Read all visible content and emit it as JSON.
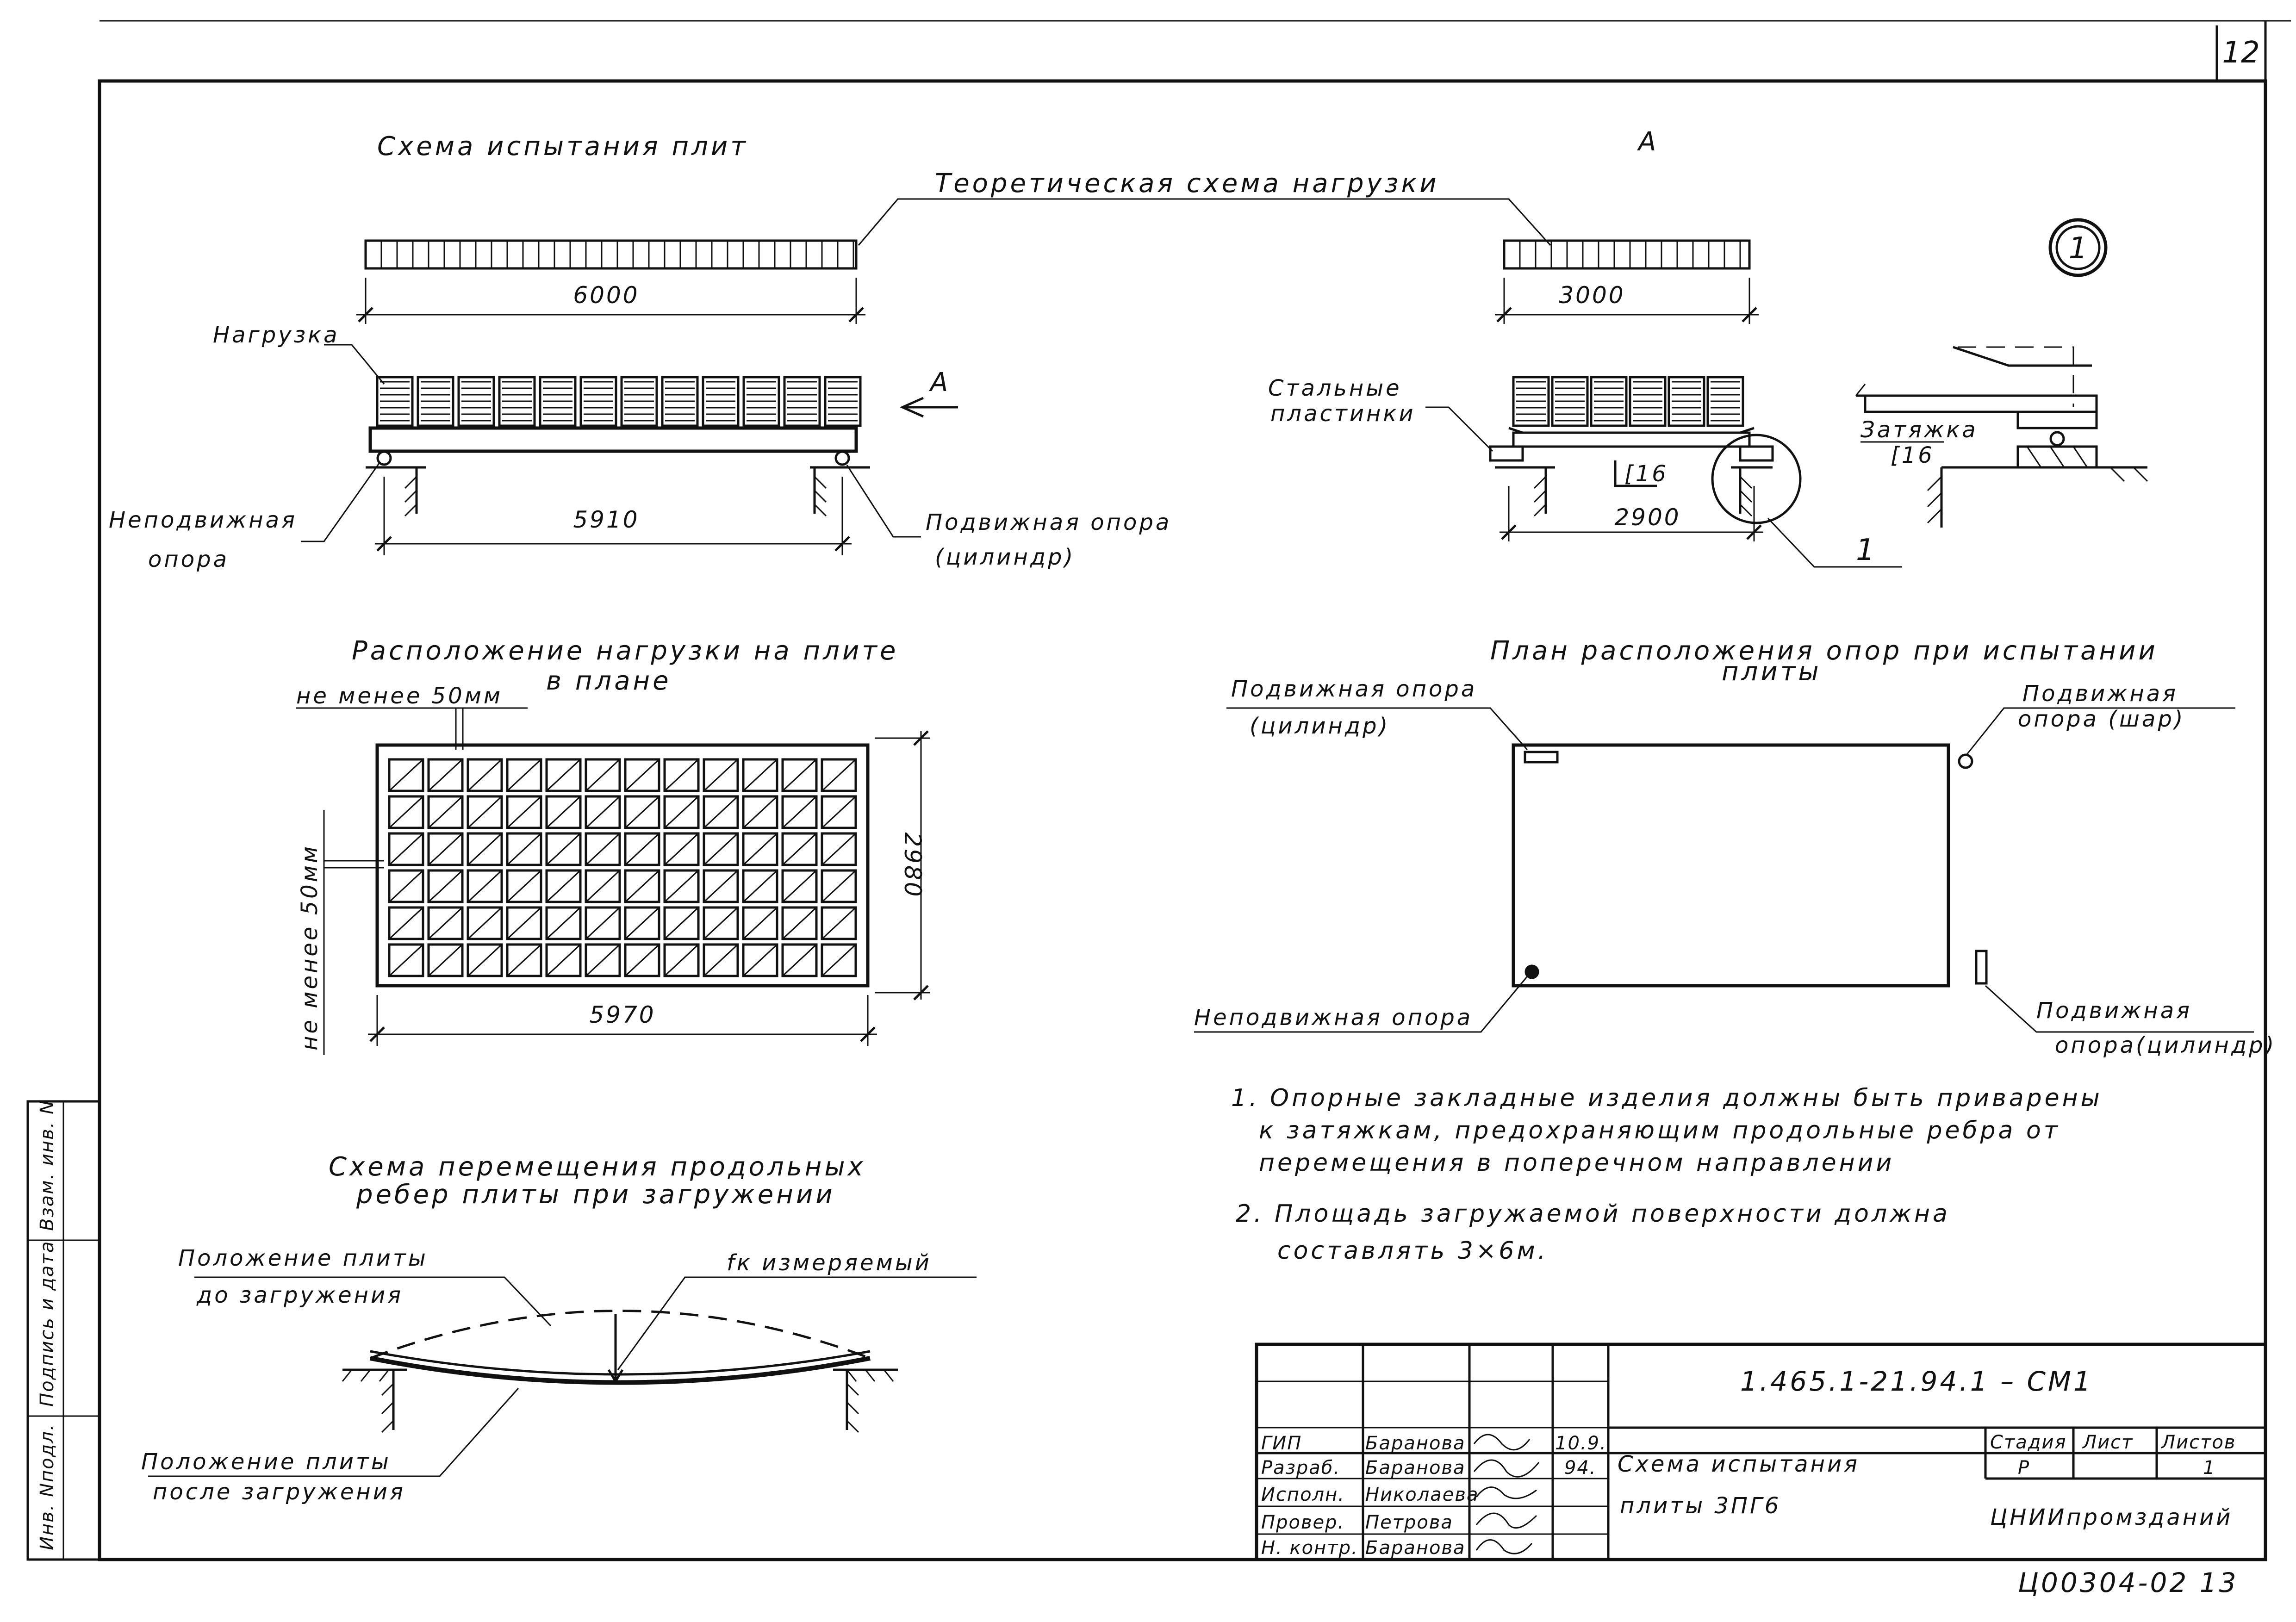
{
  "sheet": {
    "number": "12",
    "archive_code": "Ц00304-02 13"
  },
  "test_scheme": {
    "title": "Схема испытания плит",
    "section_marker": "А",
    "theory_label": "Теоретическая схема нагрузки",
    "dim_6000": "6000",
    "dim_3000": "3000",
    "load_label": "Нагрузка",
    "arrow_label": "А",
    "dim_5910": "5910",
    "dim_2900": "2900",
    "fixed_support": [
      "Неподвижная",
      "опора"
    ],
    "movable_support": [
      "Подвижная опора",
      "(цилиндр)"
    ],
    "steel_plates": [
      "Стальные",
      "пластинки"
    ],
    "channel": "[16",
    "detail_ref": "1",
    "detail_number": "1",
    "tie_label": "Затяжка",
    "tie_channel": "[16"
  },
  "load_plan": {
    "title_1": "Расположение нагрузки на плите",
    "title_2": "в плане",
    "gap_top": "не менее 50мм",
    "gap_side": "не менее 50мм",
    "dim_width": "5970",
    "dim_height": "2980",
    "grid_cols": 12,
    "grid_rows": 6
  },
  "support_plan": {
    "title_1": "План расположения опор при испытании",
    "title_2": "плиты",
    "movable_cyl_top": [
      "Подвижная опора",
      "(цилиндр)"
    ],
    "movable_ball": [
      "Подвижная",
      "опора (шар)"
    ],
    "fixed": "Неподвижная опора",
    "movable_cyl_bottom": [
      "Подвижная",
      "опора(цилиндр)"
    ]
  },
  "displacement": {
    "title_1": "Схема перемещения продольных",
    "title_2": "ребер плиты при загружении",
    "before": [
      "Положение плиты",
      "до загружения"
    ],
    "measured": "fк измеряемый",
    "after": [
      "Положение плиты",
      "после загружения"
    ]
  },
  "notes": [
    "1. Опорные закладные изделия должны быть приварены",
    "к затяжкам, предохраняющим продольные ребра от",
    "перемещения в поперечном направлении",
    "2. Площадь загружаемой поверхности должна",
    "составлять 3×6м."
  ],
  "side_stamp": [
    "Инв. Nподл.",
    "Подпись и дата",
    "Взам. инв. N"
  ],
  "title_block": {
    "doc_code": "1.465.1-21.94.1 – СМ1",
    "title_1": "Схема испытания",
    "title_2": "плиты 3ПГ6",
    "head_stage": "Стадия",
    "head_sheet": "Лист",
    "head_sheets": "Листов",
    "stage": "Р",
    "sheet": "",
    "sheets": "1",
    "org": "ЦНИИпромзданий",
    "staff": [
      {
        "role": "ГИП",
        "name": "Баранова",
        "date": "10.9."
      },
      {
        "role": "Разраб.",
        "name": "Баранова",
        "date": "94."
      },
      {
        "role": "Исполн.",
        "name": "Николаева",
        "date": ""
      },
      {
        "role": "Провер.",
        "name": "Петрова",
        "date": ""
      },
      {
        "role": "Н. контр.",
        "name": "Баранова",
        "date": ""
      }
    ]
  }
}
